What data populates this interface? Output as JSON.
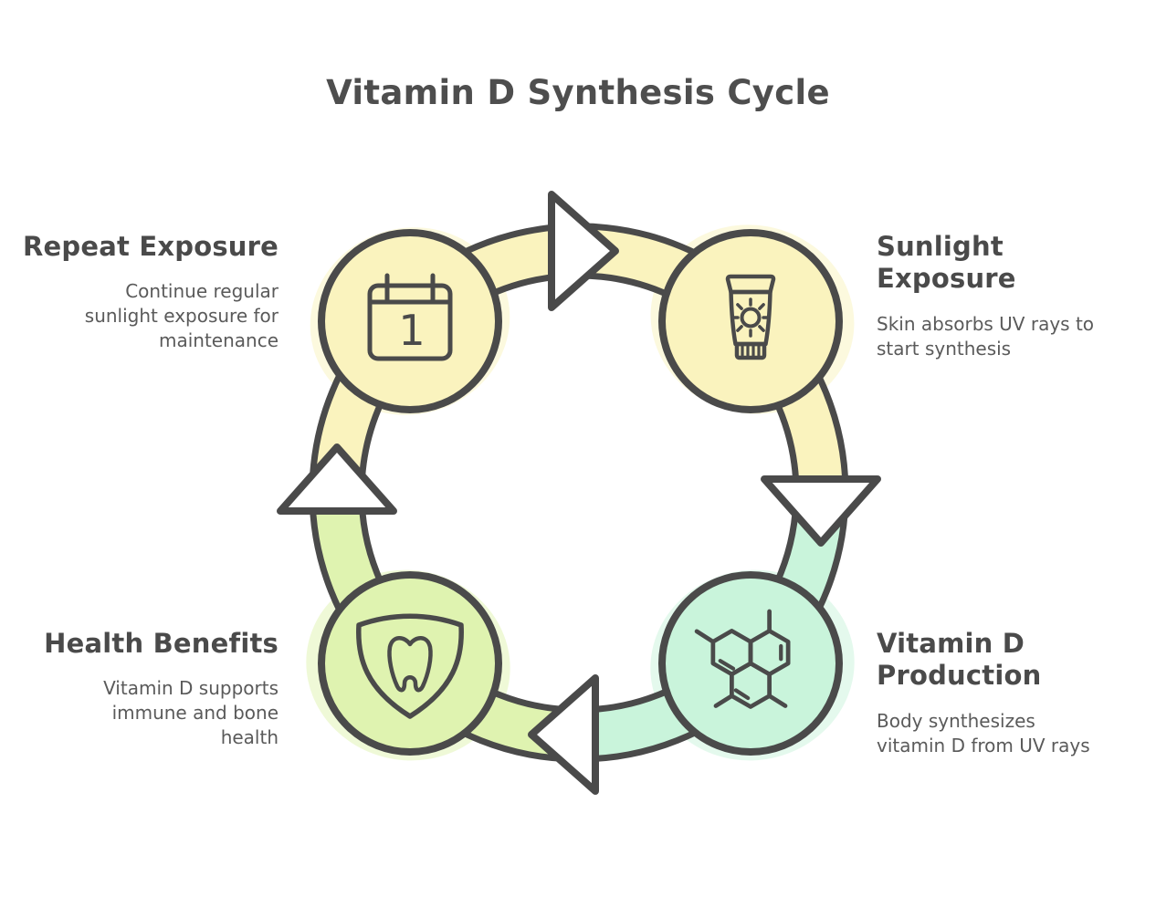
{
  "title": "Vitamin D Synthesis Cycle",
  "colors": {
    "yellow": "#FAF3BE",
    "mint": "#C9F4DB",
    "green": "#DFF3B0",
    "outline": "#4A4A4A",
    "arrowhead": "#FFFFFF",
    "title_text": "#4E4E4E",
    "body_text": "#5A5A5A"
  },
  "nodes": {
    "top_left": {
      "title": "Repeat Exposure",
      "description": "Continue regular sunlight exposure for maintenance",
      "icon": "calendar-icon",
      "calendar_number": "1"
    },
    "top_right": {
      "title": "Sunlight Exposure",
      "description": "Skin absorbs UV rays to start synthesis",
      "icon": "sunscreen-tube-icon"
    },
    "bottom_right": {
      "title": "Vitamin D Production",
      "description": "Body synthesizes vitamin D from UV rays",
      "icon": "molecule-icon"
    },
    "bottom_left": {
      "title": "Health Benefits",
      "description": "Vitamin D supports immune and bone health",
      "icon": "tooth-shield-icon"
    }
  }
}
